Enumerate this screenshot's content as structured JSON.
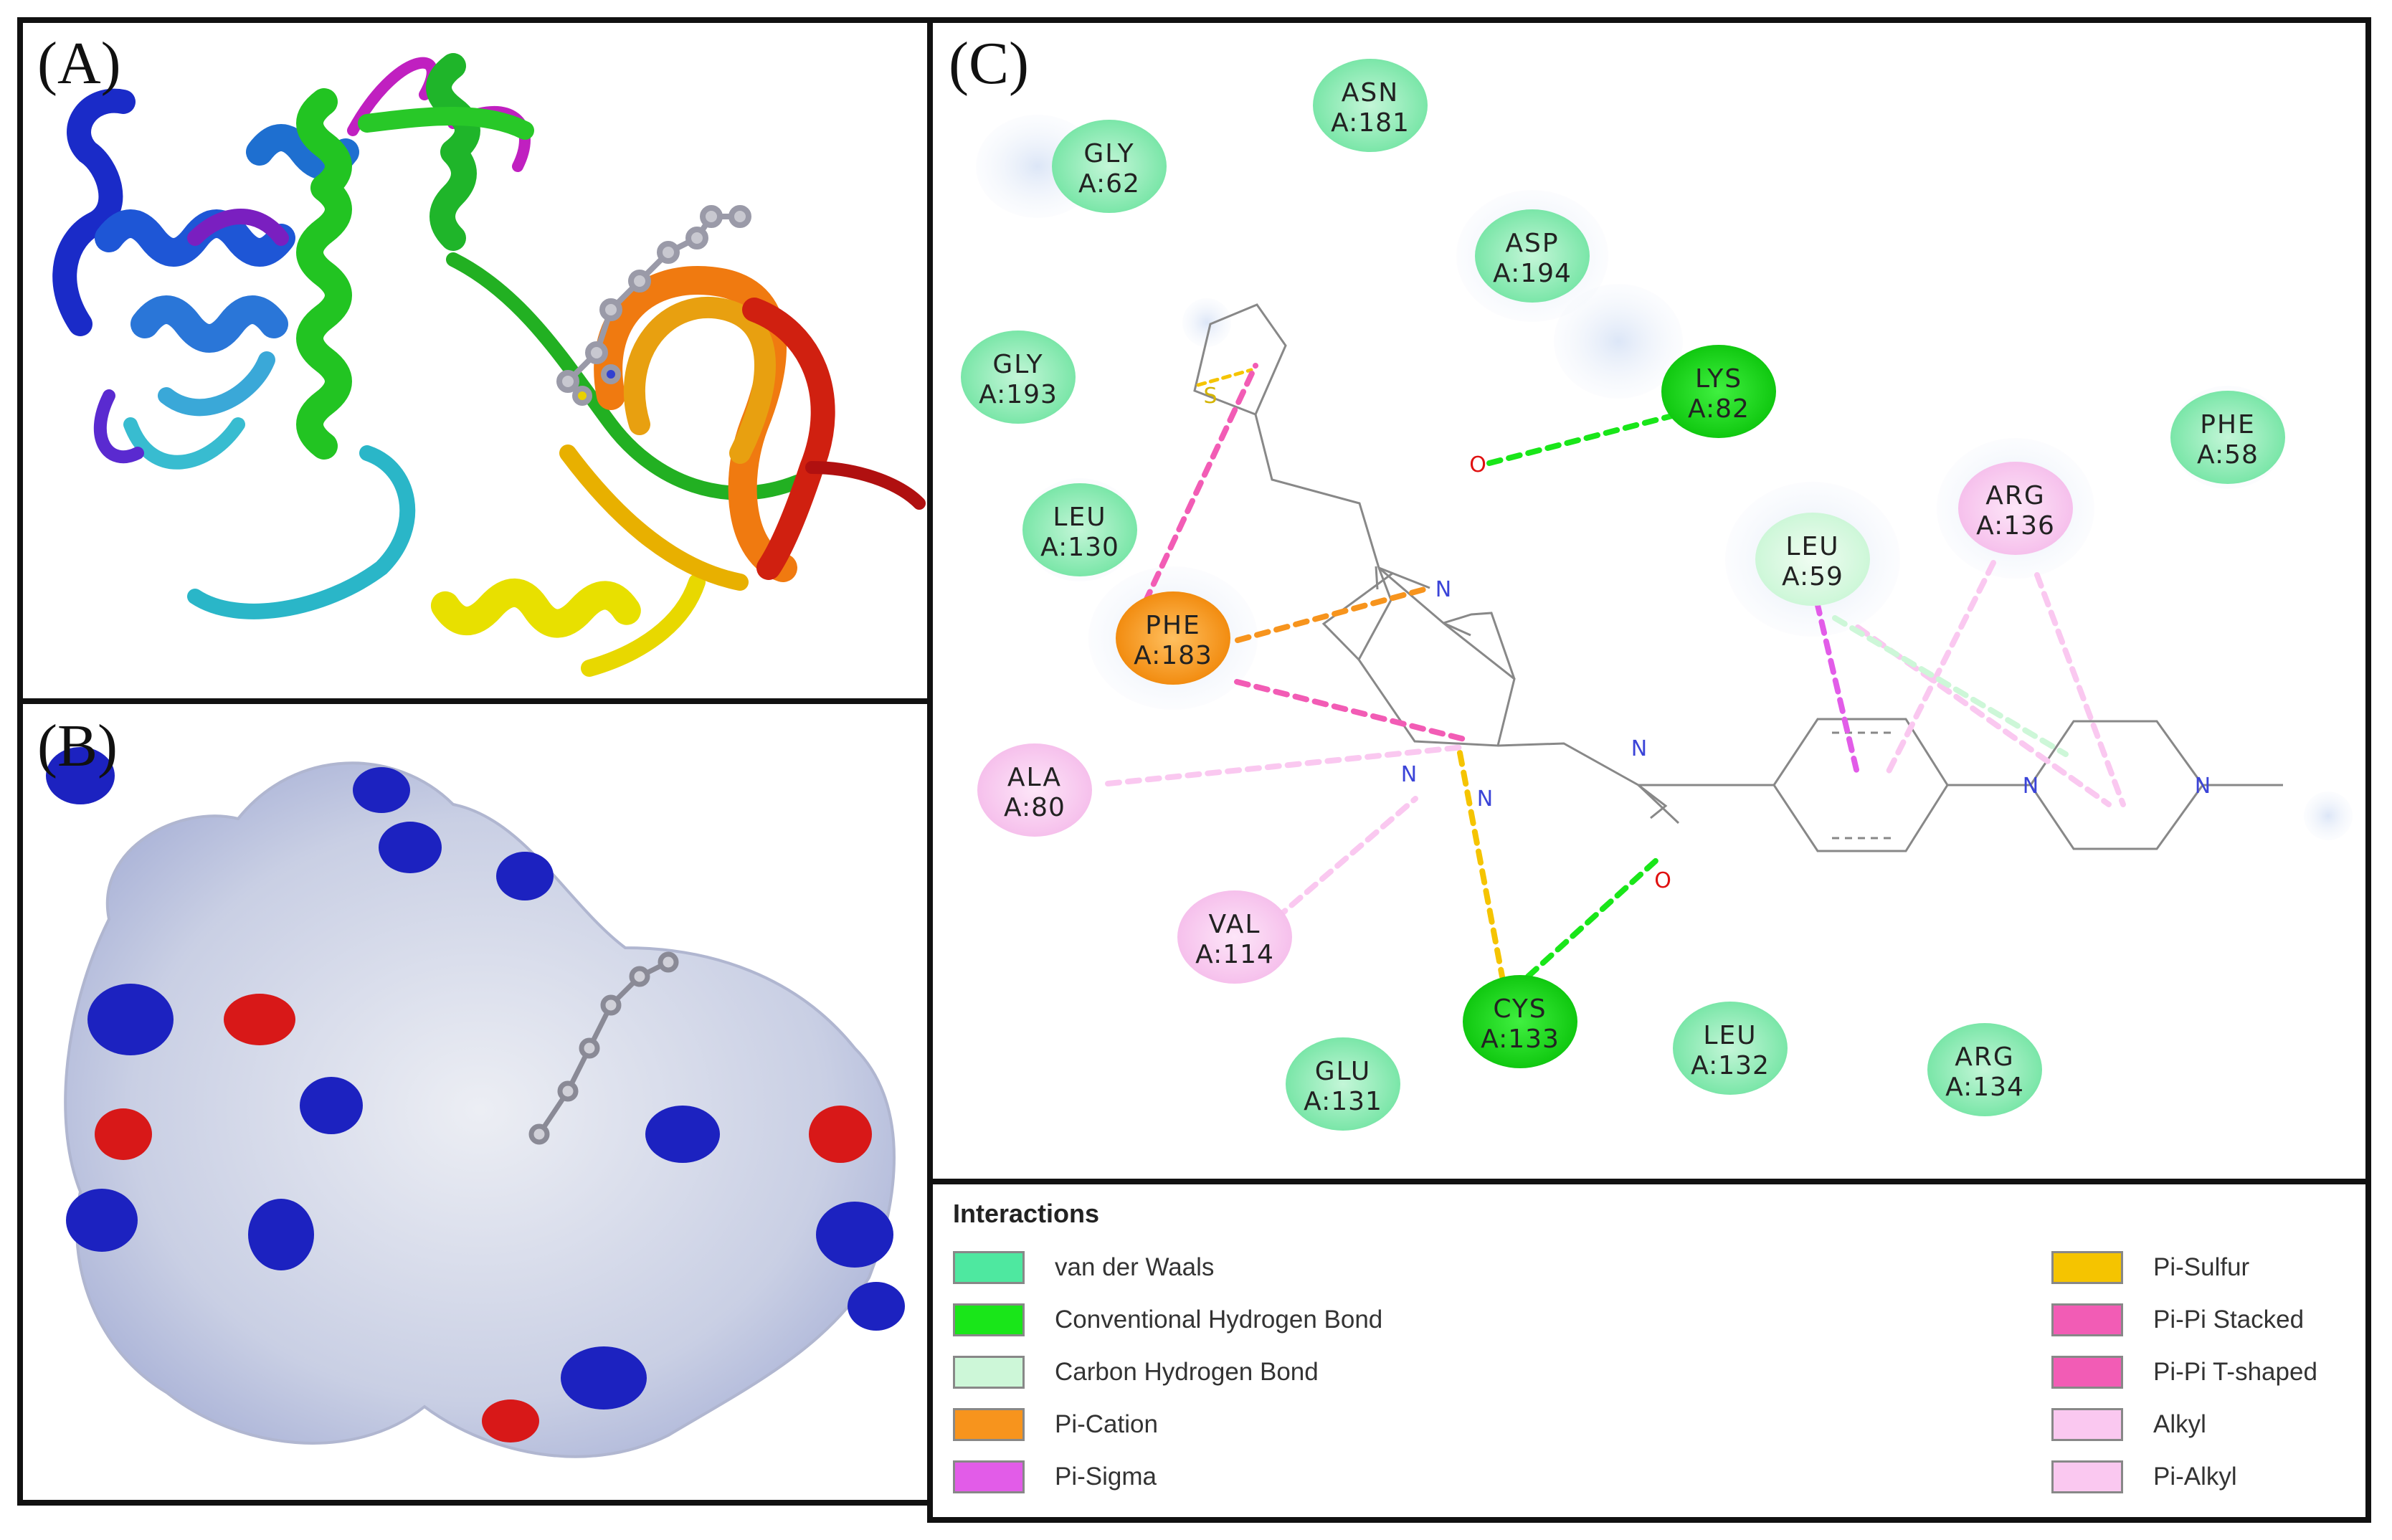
{
  "panels": {
    "a_label": "(A)",
    "b_label": "(B)",
    "c_label": "(C)"
  },
  "residues": [
    {
      "name": "ASN",
      "id": "A:181",
      "type": "van der Waals"
    },
    {
      "name": "GLY",
      "id": "A:62",
      "type": "van der Waals"
    },
    {
      "name": "ASP",
      "id": "A:194",
      "type": "van der Waals"
    },
    {
      "name": "GLY",
      "id": "A:193",
      "type": "van der Waals"
    },
    {
      "name": "LYS",
      "id": "A:82",
      "type": "Conventional Hydrogen Bond"
    },
    {
      "name": "PHE",
      "id": "A:58",
      "type": "van der Waals"
    },
    {
      "name": "ARG",
      "id": "A:136",
      "type": "Alkyl"
    },
    {
      "name": "LEU",
      "id": "A:130",
      "type": "van der Waals"
    },
    {
      "name": "LEU",
      "id": "A:59",
      "type": "Carbon Hydrogen Bond"
    },
    {
      "name": "PHE",
      "id": "A:183",
      "type": "Pi-Cation"
    },
    {
      "name": "ALA",
      "id": "A:80",
      "type": "Alkyl"
    },
    {
      "name": "VAL",
      "id": "A:114",
      "type": "Alkyl"
    },
    {
      "name": "CYS",
      "id": "A:133",
      "type": "Conventional Hydrogen Bond"
    },
    {
      "name": "LEU",
      "id": "A:132",
      "type": "van der Waals"
    },
    {
      "name": "ARG",
      "id": "A:134",
      "type": "van der Waals"
    },
    {
      "name": "GLU",
      "id": "A:131",
      "type": "van der Waals"
    }
  ],
  "atoms": {
    "s": "S",
    "o1": "O",
    "o2": "O",
    "n1": "N",
    "n2": "N",
    "n3": "N",
    "n4": "N",
    "n5": "N",
    "n6": "N"
  },
  "legend": {
    "title": "Interactions",
    "items": [
      {
        "label": "van der Waals",
        "color": "#4ee8a0"
      },
      {
        "label": "Conventional Hydrogen Bond",
        "color": "#19e619"
      },
      {
        "label": "Carbon Hydrogen Bond",
        "color": "#cdf7d8"
      },
      {
        "label": "Pi-Cation",
        "color": "#f7941d"
      },
      {
        "label": "Pi-Sigma",
        "color": "#e25ce8"
      },
      {
        "label": "Pi-Sulfur",
        "color": "#f5c400"
      },
      {
        "label": "Pi-Pi Stacked",
        "color": "#f25cb5"
      },
      {
        "label": "Pi-Pi T-shaped",
        "color": "#f25cb5"
      },
      {
        "label": "Alkyl",
        "color": "#fac8f0"
      },
      {
        "label": "Pi-Alkyl",
        "color": "#fac8f0"
      }
    ]
  }
}
